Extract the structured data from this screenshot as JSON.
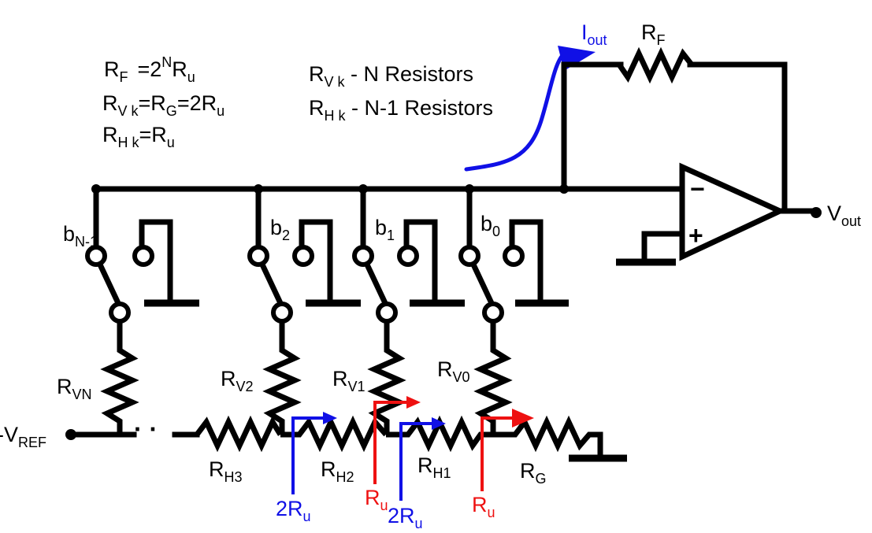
{
  "colors": {
    "ink": "#000000",
    "blue": "#1010e6",
    "red": "#ee1111"
  },
  "equations": {
    "rf": {
      "a": "R",
      "a_sub": "F",
      "eq": "=2",
      "sup": "N",
      "b": "R",
      "b_sub": "u"
    },
    "rvg": {
      "a": "R",
      "a_sub": "V k",
      "eq1": "=R",
      "mid_sub": "G",
      "eq2": "=2R",
      "b_sub": "u"
    },
    "rh": {
      "a": "R",
      "a_sub": "H k",
      "eq": "=R",
      "b_sub": "u"
    }
  },
  "counts": {
    "rv": {
      "a": "R",
      "a_sub": "V k",
      "text": " - N Resistors"
    },
    "rh": {
      "a": "R",
      "a_sub": "H k",
      "text": " - N-1 Resistors"
    }
  },
  "iout": {
    "main": "I",
    "sub": "out"
  },
  "rf_label": {
    "main": "R",
    "sub": "F"
  },
  "vout": {
    "main": "V",
    "sub": "out"
  },
  "vref": {
    "main": "-V",
    "sub": "REF"
  },
  "opamp": {
    "minus": "−",
    "plus": "+"
  },
  "bits": [
    {
      "main": "b",
      "sub": "N-1"
    },
    {
      "main": "b",
      "sub": "2"
    },
    {
      "main": "b",
      "sub": "1"
    },
    {
      "main": "b",
      "sub": "0"
    }
  ],
  "rv_labels": [
    {
      "main": "R",
      "sub": "VN"
    },
    {
      "main": "R",
      "sub": "V2"
    },
    {
      "main": "R",
      "sub": "V1"
    },
    {
      "main": "R",
      "sub": "V0"
    }
  ],
  "rh_labels": [
    {
      "main": "R",
      "sub": "H3"
    },
    {
      "main": "R",
      "sub": "H2"
    },
    {
      "main": "R",
      "sub": "H1"
    },
    {
      "main": "R",
      "sub": "G"
    }
  ],
  "ladder_dots": "· ·",
  "annotations": [
    {
      "main": "2R",
      "sub": "u"
    },
    {
      "main": "R",
      "sub": "u"
    },
    {
      "main": "2R",
      "sub": "u"
    },
    {
      "main": "R",
      "sub": "u"
    }
  ]
}
